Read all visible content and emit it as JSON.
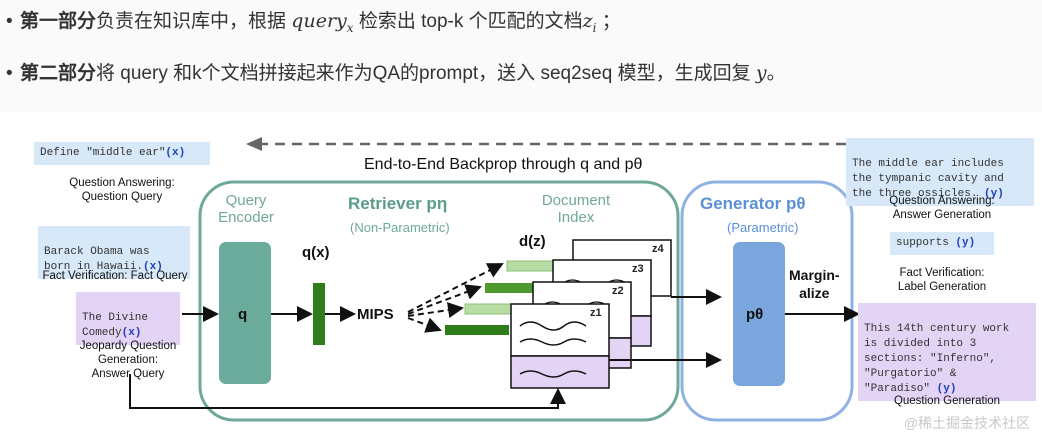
{
  "bullets": [
    {
      "bold": "第一部分",
      "text_a": "负责在知识库中，根据 ",
      "math_main": "query",
      "math_sub": "x",
      "text_b": " 检索出 top-k 个匹配的文档",
      "math2_main": "z",
      "math2_sub": "i",
      "text_c": " ；"
    },
    {
      "bold": "第二部分",
      "text_a": "将 query 和k个文档拼接起来作为QA的prompt，送入 seq2seq 模型，生成回复 ",
      "math_main": "y",
      "text_b": "。"
    }
  ],
  "diagram": {
    "backprop_label": "End-to-End Backprop through q and pθ",
    "inputs": [
      {
        "text": "Define \"middle ear\"",
        "tag": "(x)",
        "caption": "Question Answering:\nQuestion Query"
      },
      {
        "text": "Barack Obama was\nborn in Hawaii.",
        "tag": "(x)",
        "caption": "Fact Verification: Fact Query"
      },
      {
        "text": "The Divine\nComedy",
        "tag": "(x)",
        "caption": "Jeopardy Question\nGeneration:\nAnswer Query"
      }
    ],
    "outputs": [
      {
        "text": "The middle ear includes\nthe tympanic cavity and\nthe three ossicles.",
        "tag": "(y)",
        "caption": "Question Answering:\nAnswer Generation"
      },
      {
        "text": "supports",
        "tag": "(y)",
        "caption": "Fact Verification:\nLabel Generation"
      },
      {
        "text": "This 14th century work\nis divided into 3\nsections: \"Inferno\",\n\"Purgatorio\" &\n\"Paradiso\"",
        "tag": "(y)",
        "caption": "Question Generation"
      }
    ],
    "retriever": {
      "title": "Retriever pη",
      "subtitle": "(Non-Parametric)",
      "query_encoder": "Query\nEncoder",
      "q_block": "q",
      "qx": "q(x)",
      "mips": "MIPS",
      "doc_index": "Document\nIndex",
      "dz": "d(z)",
      "doc_labels": [
        "z4",
        "z3",
        "z2",
        "z1"
      ]
    },
    "generator": {
      "title": "Generator pθ",
      "subtitle": "(Parametric)",
      "p_block": "pθ",
      "marginalize": "Margin-\nalize"
    },
    "colors": {
      "teal": "#6fa89a",
      "teal_block": "#6aab9c",
      "blue": "#5b8fd6",
      "blue_block": "#7aa5dd",
      "green": "#2e7d1a",
      "light_green": "#b7dca4",
      "purple": "#e3d3f5"
    }
  },
  "watermark": "@稀土掘金技术社区"
}
